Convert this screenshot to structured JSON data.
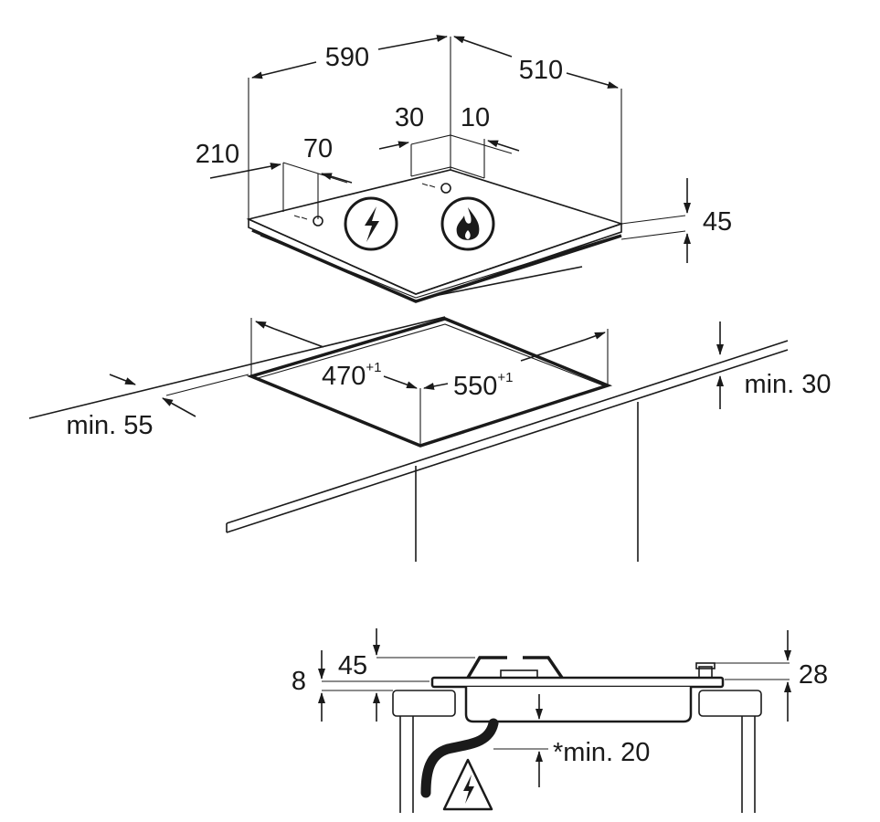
{
  "hob_dimensions": {
    "width": "590",
    "depth": "510",
    "height": "45",
    "left_offset": "210",
    "left_inner": "70",
    "back_offset": "30",
    "back_inner": "10"
  },
  "cutout_dimensions": {
    "width": "470",
    "width_tolerance": "+1",
    "depth": "550",
    "depth_tolerance": "+1",
    "front_min": "min. 55",
    "back_min": "min. 30"
  },
  "section_dimensions": {
    "thickness": "8",
    "top_gap": "45",
    "knob_height": "28",
    "clearance": "*min. 20"
  },
  "icons": {
    "electric": "lightning-bolt-icon",
    "gas": "flame-icon",
    "warning": "electrical-warning-icon"
  }
}
